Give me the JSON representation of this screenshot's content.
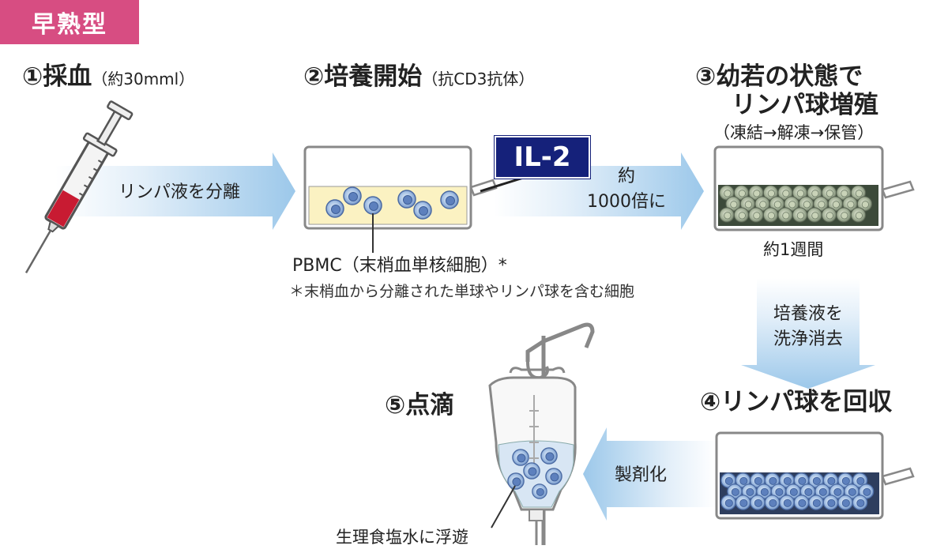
{
  "badge": "早熟型",
  "steps": {
    "s1_title": "①採血",
    "s1_sub": "（約30mml）",
    "s2_title": "②培養開始",
    "s2_sub": "（抗CD3抗体）",
    "s3_line1": "③幼若の状態で",
    "s3_line2": "リンパ球増殖",
    "s3_sub": "（凍結→解凍→保管）",
    "s4_title": "④リンパ球を回収",
    "s5_title": "⑤点滴"
  },
  "arrows": {
    "a1": "リンパ液を分離",
    "a2_line1": "約",
    "a2_line2": "1000倍に",
    "a3_line1": "培養液を",
    "a3_line2": "洗浄消去",
    "a4": "製剤化"
  },
  "labels": {
    "il2": "IL-2",
    "pbmc": "PBMC（末梢血単核細胞）*",
    "footnote": "＊末梢血から分離された単球やリンパ球を含む細胞",
    "one_week": "約1週間",
    "saline": "生理食塩水に浮遊"
  },
  "colors": {
    "badge": "#d74d82",
    "il2_bg": "#15217a",
    "arrow_blue": "#a9cdea",
    "medium": "#fbf2c2",
    "blood": "#c81b32"
  }
}
